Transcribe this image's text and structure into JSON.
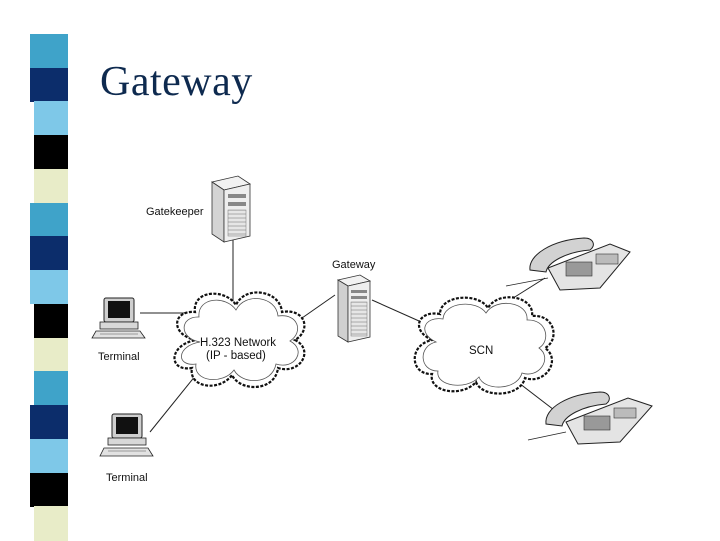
{
  "slide": {
    "title": "Gateway"
  },
  "stripe_colors": [
    "#ffffff",
    "#3fa3c9",
    "#0c2d6b",
    "#7ec8e8",
    "#000000",
    "#e8ecc8",
    "#3fa3c9",
    "#0c2d6b",
    "#7ec8e8",
    "#000000",
    "#e8ecc8",
    "#3fa3c9",
    "#0c2d6b",
    "#7ec8e8",
    "#000000",
    "#e8ecc8"
  ],
  "diagram": {
    "gatekeeper_label": "Gatekeeper",
    "gateway_label": "Gateway",
    "terminal_top_label": "Terminal",
    "terminal_bottom_label": "Terminal",
    "h323_cloud_line1": "H.323 Network",
    "h323_cloud_line2": "(IP - based)",
    "scn_label": "SCN"
  }
}
